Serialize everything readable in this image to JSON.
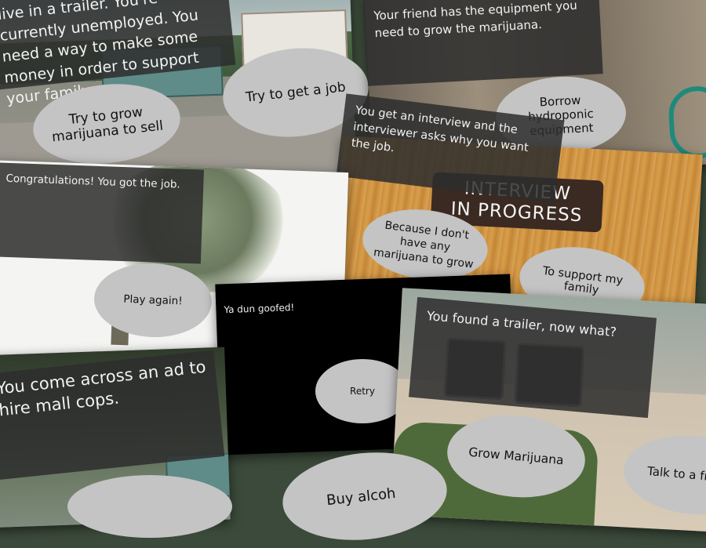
{
  "slides": {
    "intro": {
      "caption": "live in a trailer. You're currently unemployed. You need a way to make some money in order to support your family.",
      "choices": [
        "Try to grow marijuana to sell",
        "Try to get a job"
      ]
    },
    "equipment": {
      "caption": "Your friend has the equipment you need to grow the marijuana.",
      "choices": [
        "Borrow hydroponic equipment"
      ]
    },
    "interview": {
      "caption": "You get an interview and the interviewer asks why you want the job.",
      "sign_line1": "INTERVIEW",
      "sign_line2": "IN PROGRESS",
      "choices": [
        "Because I don't have any marijuana to grow",
        "To support my family"
      ]
    },
    "win": {
      "caption": "Congratulations! You got the job.",
      "choices": [
        "Play again!"
      ]
    },
    "lose": {
      "caption": "Ya dun goofed!",
      "choices": [
        "Retry"
      ]
    },
    "trailer": {
      "caption": "You found a trailer, now what?",
      "choices": [
        "Grow Marijuana",
        "Talk to a fr"
      ]
    },
    "ad": {
      "caption": "You come across an ad to hire mall cops.",
      "choices": [
        "",
        "Buy alcoh"
      ]
    }
  }
}
